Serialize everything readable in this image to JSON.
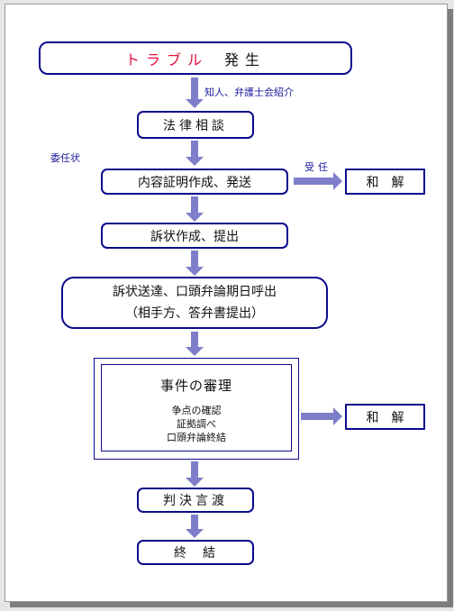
{
  "steps": {
    "trouble_left": "トラブル",
    "trouble_right": "発生",
    "consultation": "法律相談",
    "certified_mail": "内容証明作成、発送",
    "complaint": "訴状作成、提出",
    "service_line1": "訴状送達、口頭弁論期日呼出",
    "service_line2": "（相手方、答弁書提出）",
    "trial_title": "事件の審理",
    "trial_item1": "争点の確認",
    "trial_item2": "証拠調べ",
    "trial_item3": "口頭弁論終結",
    "judgment": "判決言渡",
    "end": "終　結",
    "settlement_1": "和　解",
    "settlement_2": "和　解"
  },
  "labels": {
    "referral": "知人、弁護士会紹介",
    "power_of_attorney": "委任状",
    "retained": "受任"
  },
  "colors": {
    "box_border": "#0a0a8c",
    "arrow": "#7e7eca",
    "trouble_text": "#e8103c"
  }
}
